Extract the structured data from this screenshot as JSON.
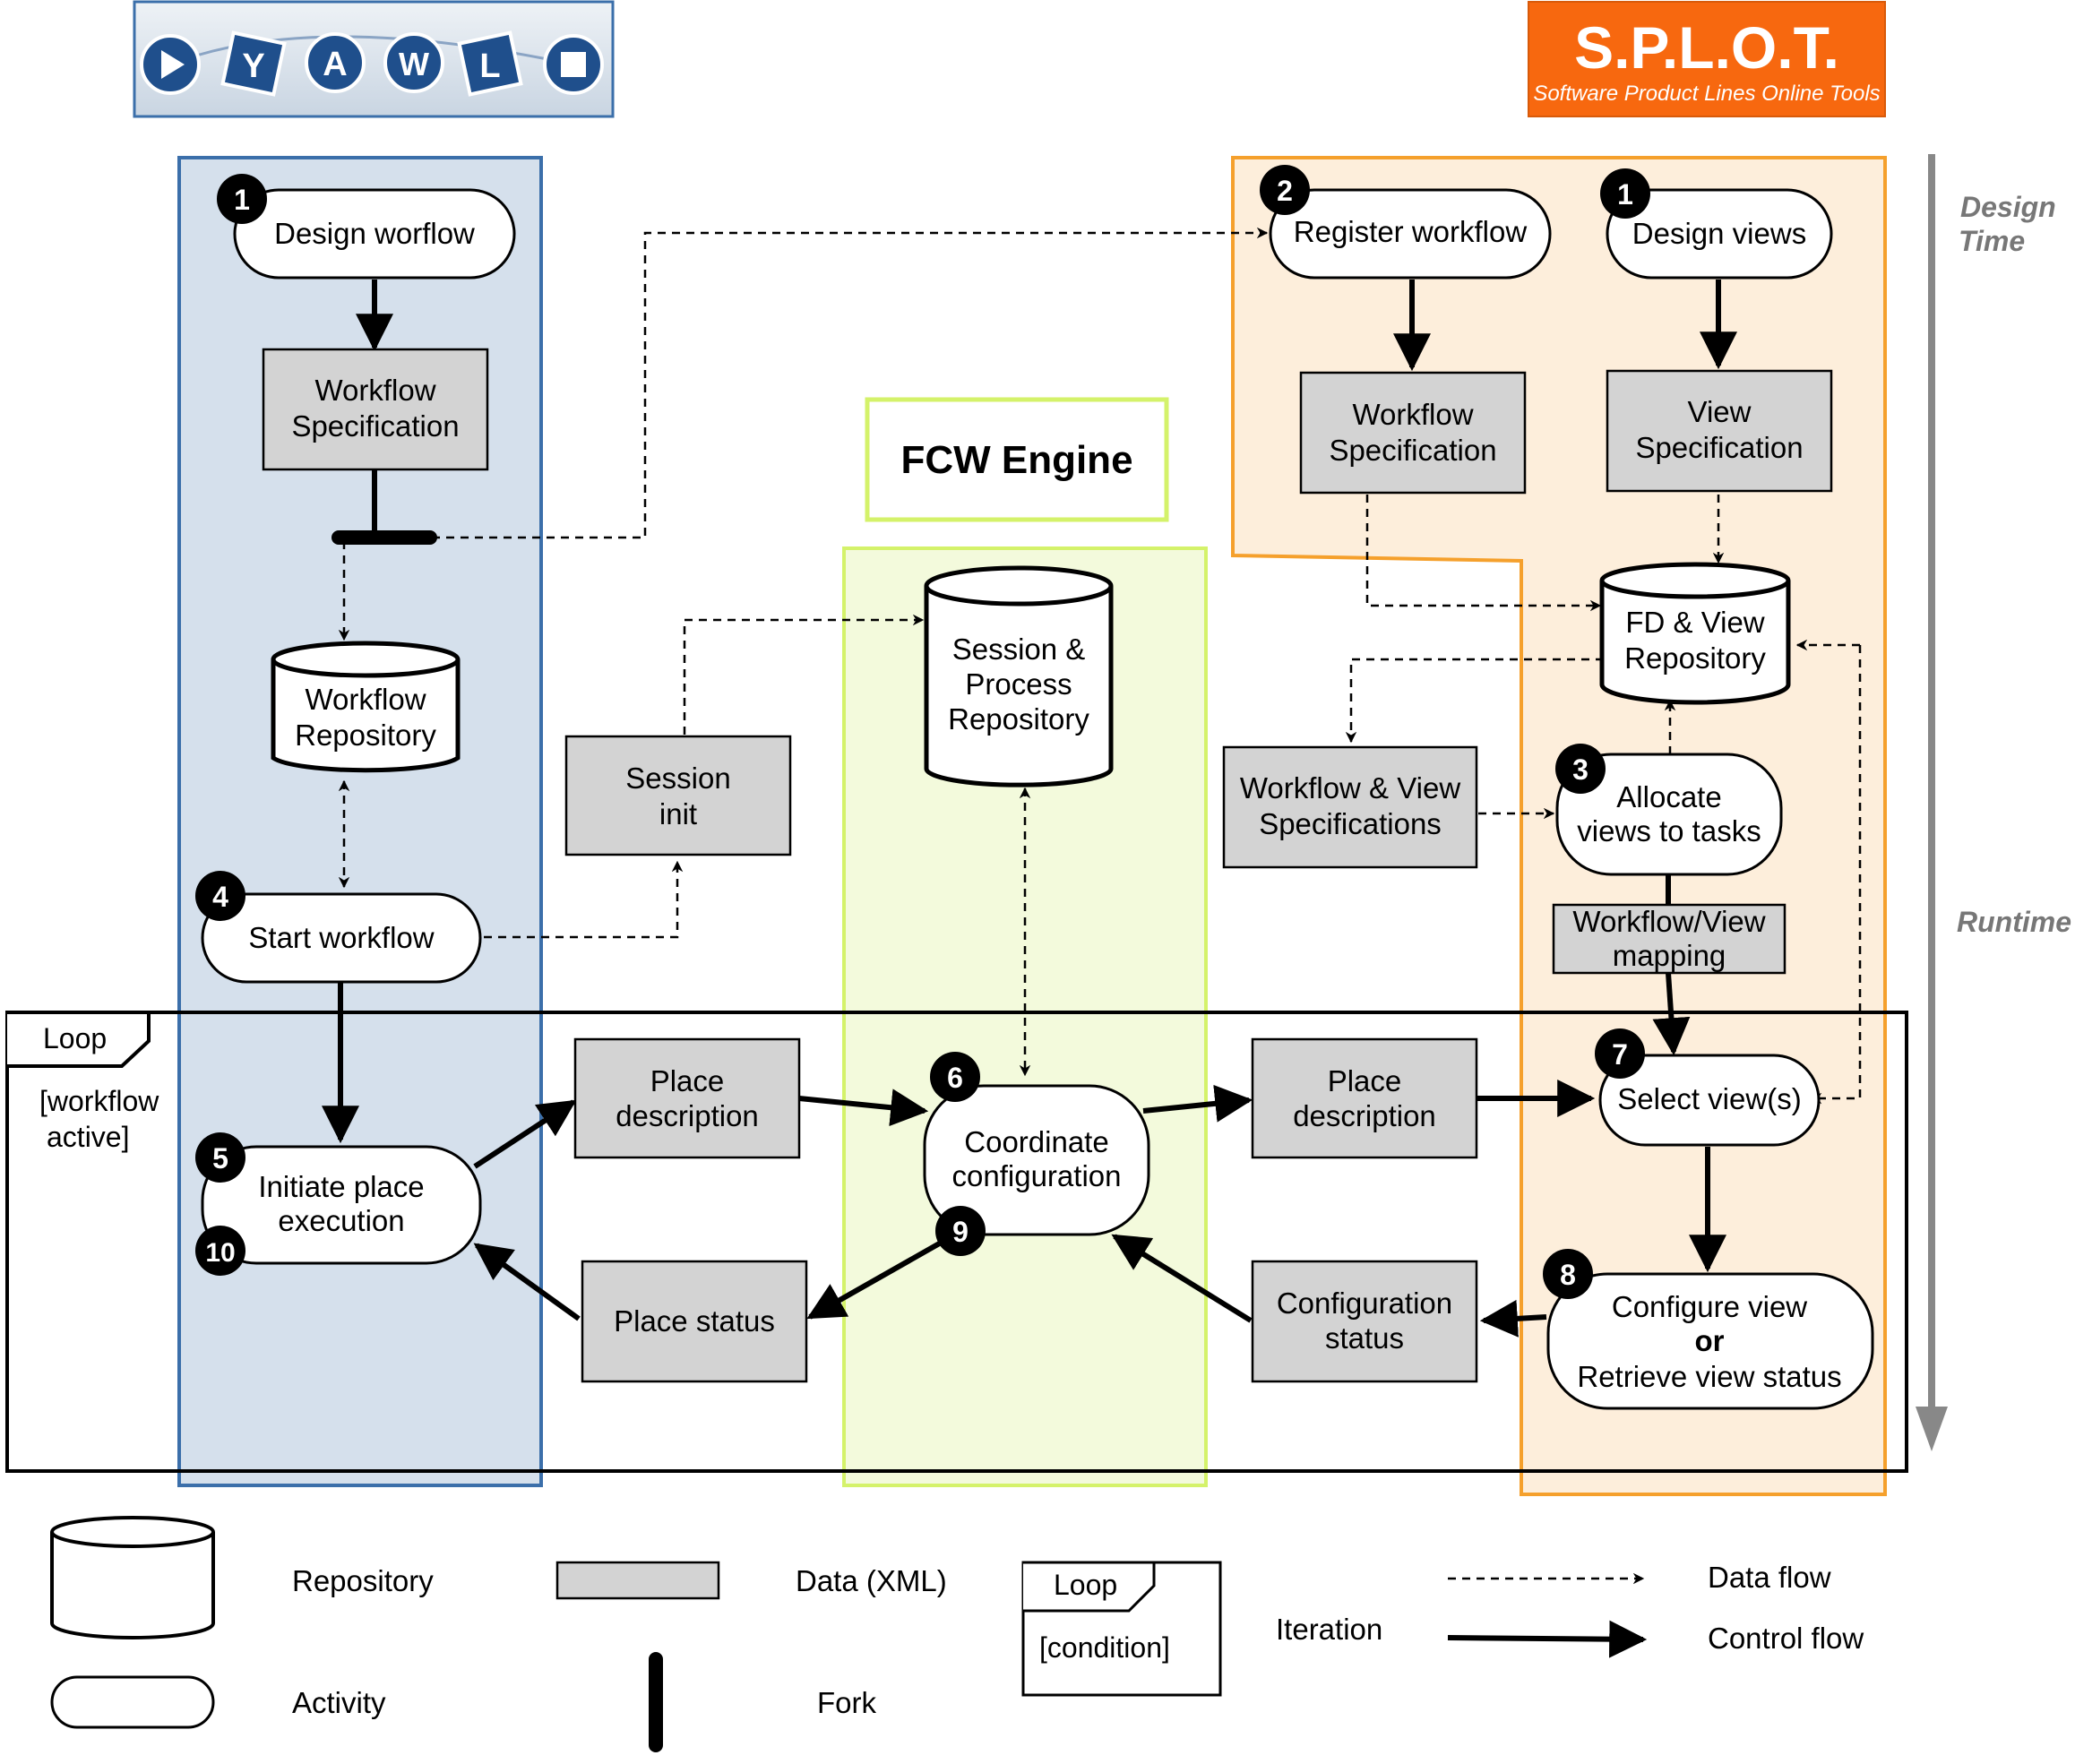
{
  "logos": {
    "yawl_letters": [
      "Y",
      "A",
      "W",
      "L"
    ],
    "splot_title": "S.P.L.O.T.",
    "splot_subtitle": "Software Product Lines Online Tools"
  },
  "engine_title": "FCW Engine",
  "timeline": {
    "design": "Design Time",
    "runtime": "Runtime"
  },
  "loop": {
    "label": "Loop",
    "condition": "[workflow active]"
  },
  "nodes": {
    "design_workflow": {
      "label": "Design worflow",
      "badge": "1"
    },
    "workflow_spec_left": "Workflow Specification",
    "workflow_repository": "Workflow Repository",
    "start_workflow": {
      "label": "Start workflow",
      "badge": "4"
    },
    "session_init": "Session init",
    "session_repo": "Session & Process Repository",
    "register_workflow": {
      "label": "Register workflow",
      "badge": "2"
    },
    "design_views": {
      "label": "Design views",
      "badge": "1"
    },
    "workflow_spec_right": "Workflow Specification",
    "view_spec": "View Specification",
    "fd_repo": "FD & View Repository",
    "wv_specs": "Workflow & View Specifications",
    "allocate_views": {
      "label": "Allocate views to tasks",
      "badge": "3"
    },
    "wv_mapping": "Workflow/View mapping",
    "initiate_place": {
      "label": "Initiate place execution",
      "badge": "5",
      "badge2": "10"
    },
    "place_desc_left": "Place description",
    "place_status": "Place status",
    "coordinate": {
      "label": "Coordinate configuration",
      "badge": "6",
      "badge2": "9"
    },
    "place_desc_right": "Place description",
    "config_status": "Configuration status",
    "select_views": {
      "label": "Select view(s)",
      "badge": "7"
    },
    "configure_view": {
      "line1": "Configure view",
      "line2": "or",
      "line3": "Retrieve view status",
      "badge": "8"
    }
  },
  "legend": {
    "repository": "Repository",
    "activity": "Activity",
    "data": "Data (XML)",
    "fork": "Fork",
    "loop_label": "Loop",
    "loop_condition": "[condition]",
    "iteration": "Iteration",
    "data_flow": "Data flow",
    "control_flow": "Control flow"
  },
  "colors": {
    "yawl_lane": "#d5e0ec",
    "yawl_lane_border": "#3b6faa",
    "splot_lane": "#fdeedb",
    "splot_lane_border": "#f5a02c",
    "engine_lane": "#f3fadc",
    "engine_border": "#d4f26a",
    "data_fill": "#d3d3d3",
    "splot_logo": "#f7680f"
  }
}
